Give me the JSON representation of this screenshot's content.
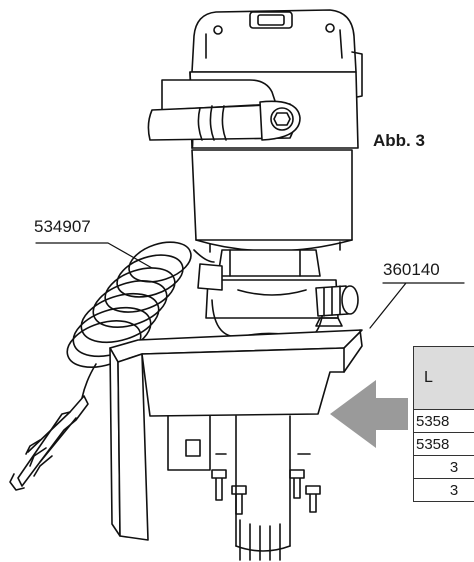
{
  "figure": {
    "label": "Abb. 3"
  },
  "callouts": {
    "cable": "534907",
    "bracket": "360140"
  },
  "parts_table": {
    "header": "L",
    "rows": [
      "5358",
      "5358",
      "3",
      "3"
    ]
  },
  "colors": {
    "arrow": "#9a9a9a",
    "table_header": "#dcdcdc",
    "line": "#111111"
  }
}
